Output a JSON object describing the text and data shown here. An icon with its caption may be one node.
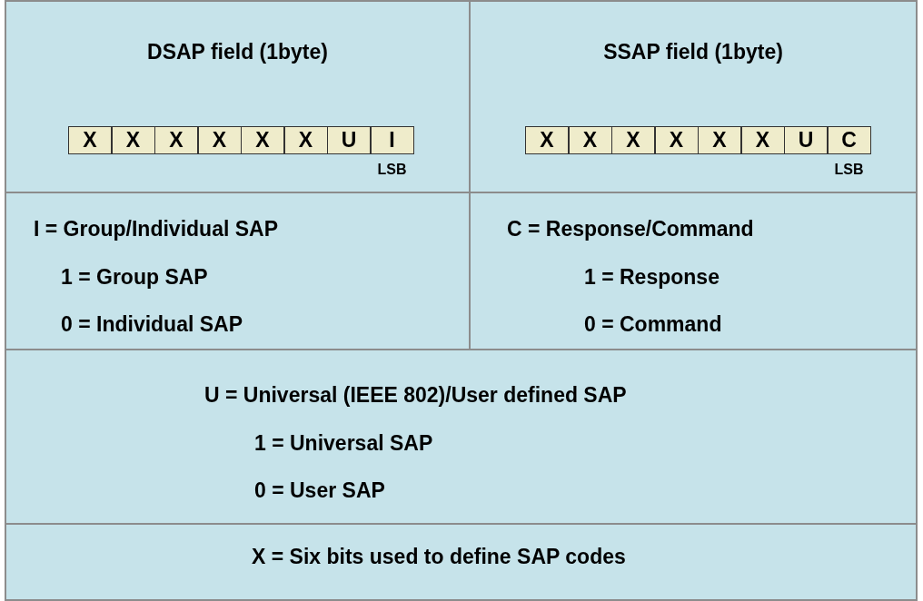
{
  "diagram": {
    "nodes": [
      {
        "text": [
          "DSAP field (1byte)"
        ]
      },
      {
        "text": [
          "X"
        ],
        "in": 0
      },
      {
        "text": [
          "X"
        ],
        "in": 0
      },
      {
        "text": [
          "X"
        ],
        "in": 0
      },
      {
        "text": [
          "X"
        ],
        "in": 0
      },
      {
        "text": [
          "X"
        ],
        "in": 0
      },
      {
        "text": [
          "X"
        ],
        "in": 0
      },
      {
        "text": [
          "U"
        ],
        "in": 0
      },
      {
        "text": [
          "I"
        ],
        "in": 0,
        "beside": [
          "LSB"
        ]
      },
      {
        "text": [
          "SSAP field (1byte)"
        ]
      },
      {
        "text": [
          "X"
        ],
        "in": 9
      },
      {
        "text": [
          "X"
        ],
        "in": 9
      },
      {
        "text": [
          "X"
        ],
        "in": 9
      },
      {
        "text": [
          "X"
        ],
        "in": 9
      },
      {
        "text": [
          "X"
        ],
        "in": 9
      },
      {
        "text": [
          "X"
        ],
        "in": 9
      },
      {
        "text": [
          "U"
        ],
        "in": 9
      },
      {
        "text": [
          "C"
        ],
        "in": 9,
        "beside": [
          "LSB"
        ]
      },
      {
        "text": [
          "I = Group/Individual SAP",
          "1 = Group SAP",
          "0 = Individual SAP"
        ]
      },
      {
        "text": [
          "C = Response/Command",
          "1 = Response",
          "0 = Command"
        ]
      },
      {
        "text": [
          "U = Universal (IEEE 802)/User defined SAP",
          "1 = Universal SAP",
          "0 = User SAP"
        ]
      },
      {
        "text": [
          "X = Six bits used to define SAP codes"
        ]
      }
    ],
    "edges": []
  }
}
